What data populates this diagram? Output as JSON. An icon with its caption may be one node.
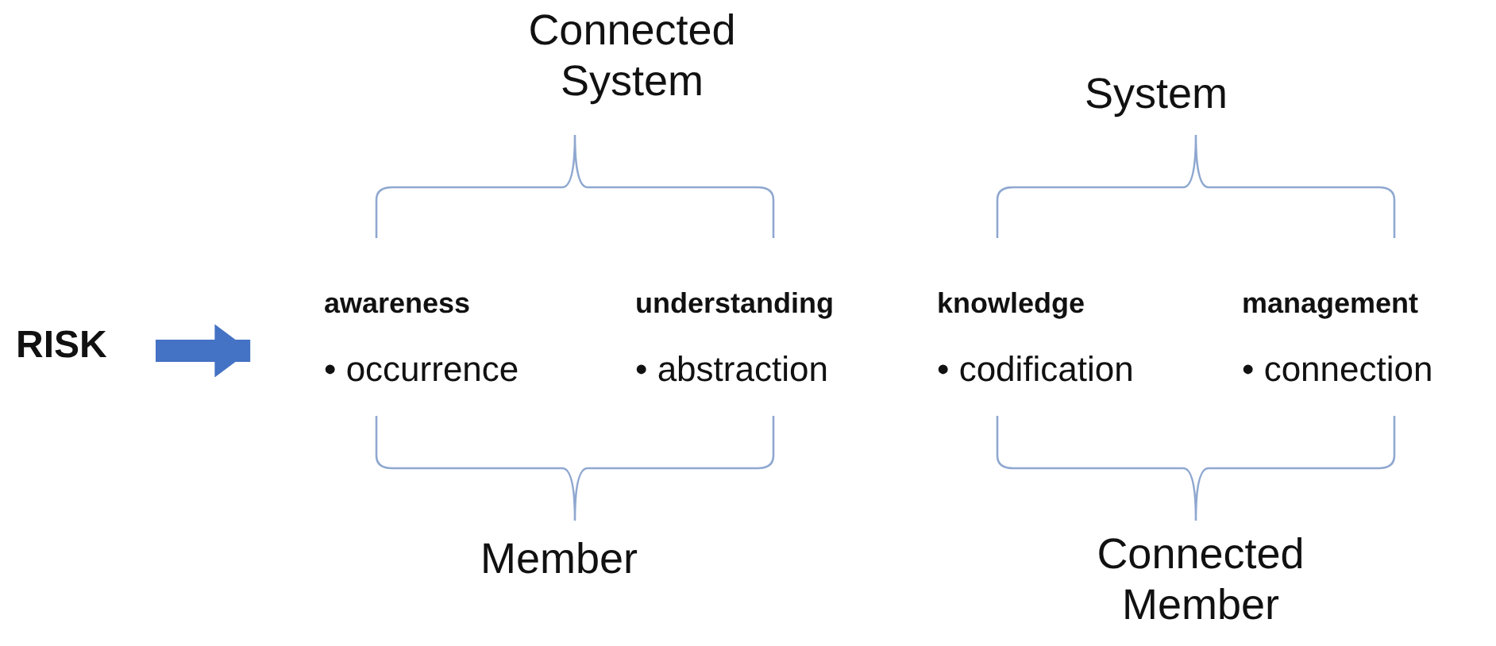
{
  "diagram": {
    "nodes": [
      {
        "text": [
          "RISK"
        ]
      },
      {
        "text": [
          "awareness",
          "• occurrence"
        ]
      },
      {
        "text": [
          "understanding",
          "• abstraction"
        ]
      },
      {
        "text": [
          "knowledge",
          "• codification"
        ]
      },
      {
        "text": [
          "management",
          "• connection"
        ]
      }
    ],
    "edges": [
      {
        "from": 0,
        "to": 1,
        "arrow": "to"
      }
    ],
    "labels": [
      "Connected System",
      "System",
      "Member",
      "Connected Member"
    ]
  }
}
